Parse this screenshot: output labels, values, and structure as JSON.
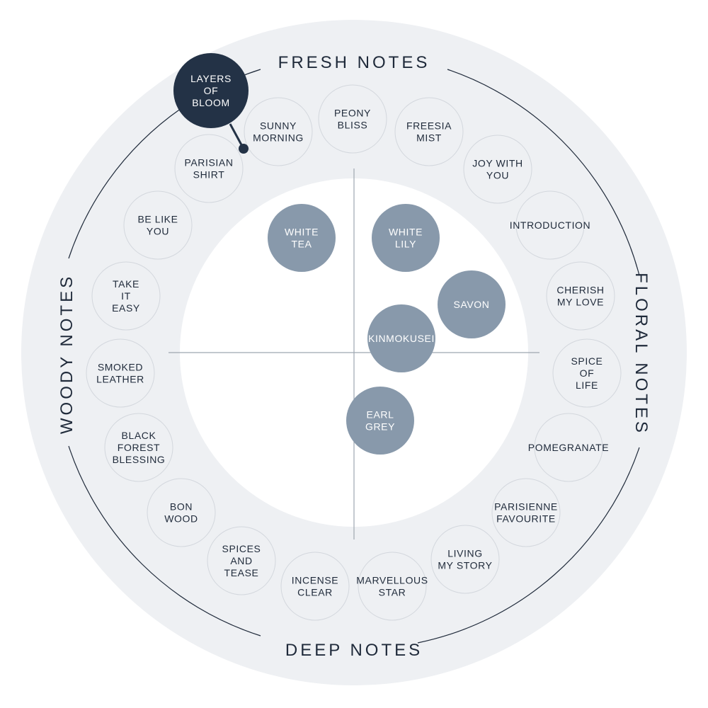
{
  "categories": {
    "fresh": "FRESH NOTES",
    "floral": "FLORAL NOTES",
    "deep": "DEEP NOTES",
    "woody": "WOODY NOTES"
  },
  "colors": {
    "outer_ring": "#eef0f3",
    "inner_disc": "#ffffff",
    "circle_border": "#d3d7dd",
    "ring_line": "#1f2a3a",
    "text": "#1f2a3a",
    "inner_scent": "#8899ab",
    "selected": "#233246",
    "axis": "#9ea6b0"
  },
  "selected": {
    "lines": [
      "LAYERS",
      "OF",
      "BLOOM"
    ]
  },
  "ring_scents": [
    {
      "lines": [
        "SUNNY",
        "MORNING"
      ]
    },
    {
      "lines": [
        "PEONY",
        "BLISS"
      ]
    },
    {
      "lines": [
        "FREESIA",
        "MIST"
      ]
    },
    {
      "lines": [
        "JOY WITH",
        "YOU"
      ]
    },
    {
      "lines": [
        "INTRODUCTION"
      ]
    },
    {
      "lines": [
        "CHERISH",
        "MY LOVE"
      ]
    },
    {
      "lines": [
        "SPICE",
        "OF",
        "LIFE"
      ]
    },
    {
      "lines": [
        "POMEGRANATE"
      ]
    },
    {
      "lines": [
        "PARISIENNE",
        "FAVOURITE"
      ]
    },
    {
      "lines": [
        "LIVING",
        "MY STORY"
      ]
    },
    {
      "lines": [
        "MARVELLOUS",
        "STAR"
      ]
    },
    {
      "lines": [
        "INCENSE",
        "CLEAR"
      ]
    },
    {
      "lines": [
        "SPICES",
        "AND",
        "TEASE"
      ]
    },
    {
      "lines": [
        "BON",
        "WOOD"
      ]
    },
    {
      "lines": [
        "BLACK",
        "FOREST",
        "BLESSING"
      ]
    },
    {
      "lines": [
        "SMOKED",
        "LEATHER"
      ]
    },
    {
      "lines": [
        "TAKE",
        "IT",
        "EASY"
      ]
    },
    {
      "lines": [
        "BE LIKE",
        "YOU"
      ]
    },
    {
      "lines": [
        "PARISIAN",
        "SHIRT"
      ]
    }
  ],
  "inner_scents": [
    {
      "lines": [
        "WHITE",
        "TEA"
      ]
    },
    {
      "lines": [
        "WHITE",
        "LILY"
      ]
    },
    {
      "lines": [
        "SAVON"
      ]
    },
    {
      "lines": [
        "KINMOKUSEI"
      ]
    },
    {
      "lines": [
        "EARL",
        "GREY"
      ]
    }
  ]
}
